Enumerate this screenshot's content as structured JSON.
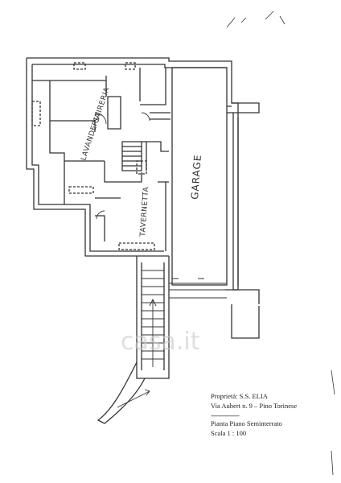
{
  "labels": {
    "lavanderia": "LAVANDERIA",
    "stireria": "STIRERIA",
    "tavernetta": "TAVERNETTA",
    "garage": "GARAGE"
  },
  "caption": {
    "owner": "Proprietà: S.S. ELIA",
    "address": "Via Aubert n. 9 – Pino Torinese",
    "separator": "-------------------",
    "plan_title": "Pianta Piano Seminterrato",
    "scale": "Scala 1 : 100"
  },
  "watermark": "casa.it"
}
